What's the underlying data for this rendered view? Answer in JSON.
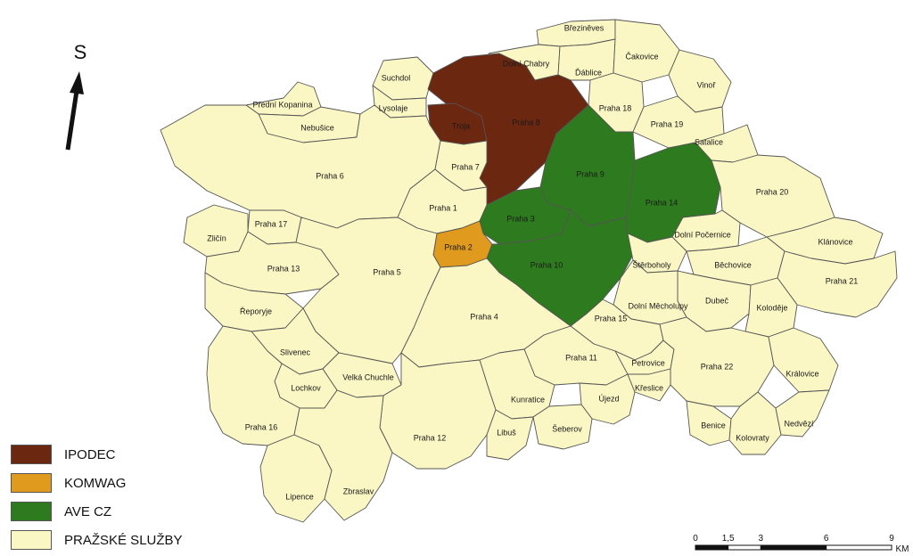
{
  "north_arrow": {
    "label": "S"
  },
  "colors": {
    "ipodec": "#6B2710",
    "komwag": "#E09A1E",
    "ave": "#2E7A1E",
    "prazske": "#FBF7C4",
    "border": "#555555"
  },
  "legend": [
    {
      "label": "IPODEC",
      "key": "ipodec"
    },
    {
      "label": "KOMWAG",
      "key": "komwag"
    },
    {
      "label": "AVE CZ",
      "key": "ave"
    },
    {
      "label": "PRAŽSKÉ SLUŽBY",
      "key": "prazske"
    }
  ],
  "scalebar": {
    "ticks": [
      "0",
      "1,5",
      "3",
      "6",
      "9"
    ],
    "unit": "KM"
  },
  "districts": [
    {
      "name": "Březiněves",
      "operator": "prazske"
    },
    {
      "name": "Dolní Chabry",
      "operator": "prazske"
    },
    {
      "name": "Ďáblice",
      "operator": "prazske"
    },
    {
      "name": "Čakovice",
      "operator": "prazske"
    },
    {
      "name": "Suchdol",
      "operator": "prazske"
    },
    {
      "name": "Lysolaje",
      "operator": "prazske"
    },
    {
      "name": "Přední Kopanina",
      "operator": "prazske"
    },
    {
      "name": "Nebušice",
      "operator": "prazske"
    },
    {
      "name": "Praha 8",
      "operator": "ipodec"
    },
    {
      "name": "Troja",
      "operator": "ipodec"
    },
    {
      "name": "Praha 18",
      "operator": "prazske"
    },
    {
      "name": "Vinoř",
      "operator": "prazske"
    },
    {
      "name": "Praha 19",
      "operator": "prazske"
    },
    {
      "name": "Satalice",
      "operator": "prazske"
    },
    {
      "name": "Praha 6",
      "operator": "prazske"
    },
    {
      "name": "Praha 7",
      "operator": "prazske"
    },
    {
      "name": "Praha 9",
      "operator": "ave"
    },
    {
      "name": "Praha 14",
      "operator": "ave"
    },
    {
      "name": "Praha 20",
      "operator": "prazske"
    },
    {
      "name": "Praha 1",
      "operator": "prazske"
    },
    {
      "name": "Praha 3",
      "operator": "ave"
    },
    {
      "name": "Praha 17",
      "operator": "prazske"
    },
    {
      "name": "Zličín",
      "operator": "prazske"
    },
    {
      "name": "Praha 2",
      "operator": "komwag"
    },
    {
      "name": "Dolní Počernice",
      "operator": "prazske"
    },
    {
      "name": "Klánovice",
      "operator": "prazske"
    },
    {
      "name": "Praha 13",
      "operator": "prazske"
    },
    {
      "name": "Praha 5",
      "operator": "prazske"
    },
    {
      "name": "Praha 10",
      "operator": "ave"
    },
    {
      "name": "Štěrboholy",
      "operator": "prazske"
    },
    {
      "name": "Běchovice",
      "operator": "prazske"
    },
    {
      "name": "Praha 21",
      "operator": "prazske"
    },
    {
      "name": "Dubeč",
      "operator": "prazske"
    },
    {
      "name": "Řeporyje",
      "operator": "prazske"
    },
    {
      "name": "Dolní Měcholupy",
      "operator": "prazske"
    },
    {
      "name": "Koloděje",
      "operator": "prazske"
    },
    {
      "name": "Praha 4",
      "operator": "prazske"
    },
    {
      "name": "Praha 15",
      "operator": "prazske"
    },
    {
      "name": "Slivenec",
      "operator": "prazske"
    },
    {
      "name": "Praha 11",
      "operator": "prazske"
    },
    {
      "name": "Petrovice",
      "operator": "prazske"
    },
    {
      "name": "Praha 22",
      "operator": "prazske"
    },
    {
      "name": "Velká Chuchle",
      "operator": "prazske"
    },
    {
      "name": "Královice",
      "operator": "prazske"
    },
    {
      "name": "Lochkov",
      "operator": "prazske"
    },
    {
      "name": "Kunratice",
      "operator": "prazske"
    },
    {
      "name": "Újezd",
      "operator": "prazske"
    },
    {
      "name": "Křeslice",
      "operator": "prazske"
    },
    {
      "name": "Praha 16",
      "operator": "prazske"
    },
    {
      "name": "Praha 12",
      "operator": "prazske"
    },
    {
      "name": "Libuš",
      "operator": "prazske"
    },
    {
      "name": "Šeberov",
      "operator": "prazske"
    },
    {
      "name": "Benice",
      "operator": "prazske"
    },
    {
      "name": "Kolovraty",
      "operator": "prazske"
    },
    {
      "name": "Nedvězí",
      "operator": "prazske"
    },
    {
      "name": "Lipence",
      "operator": "prazske"
    },
    {
      "name": "Zbraslav",
      "operator": "prazske"
    }
  ]
}
